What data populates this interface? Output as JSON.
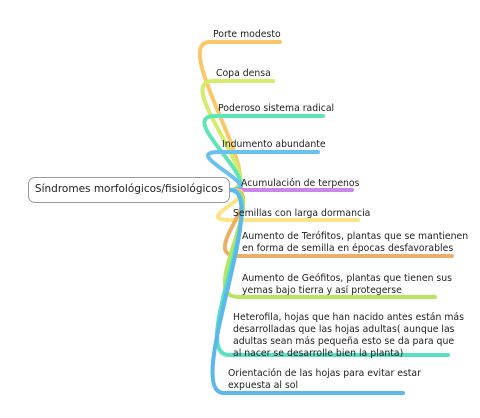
{
  "root": {
    "label": "Síndromes morfológicos/fisiológicos"
  },
  "branches": [
    {
      "lines": [
        "Porte modesto"
      ],
      "color": "#f9c86a"
    },
    {
      "lines": [
        "Copa densa"
      ],
      "color": "#d5eb6a"
    },
    {
      "lines": [
        "Poderoso sistema radical"
      ],
      "color": "#5fe4b6"
    },
    {
      "lines": [
        "Indumento abundante"
      ],
      "color": "#69c1ef"
    },
    {
      "lines": [
        "Acumulación de terpenos"
      ],
      "color": "#cb86ec"
    },
    {
      "lines": [
        "Semillas con larga dormancia"
      ],
      "color": "#fbe487"
    },
    {
      "lines": [
        "Aumento de Terófitos, plantas que se mantienen",
        "en forma de semilla en épocas desfavorables"
      ],
      "color": "#ebb065"
    },
    {
      "lines": [
        "Aumento de Geófitos, plantas que tienen sus",
        "yemas bajo tierra y así protegerse"
      ],
      "color": "#b7e561"
    },
    {
      "lines": [
        "Heterofila, hojas que han nacido antes están más",
        "desarrolladas que las hojas adultas( aunque las",
        "adultas sean más pequeña esto se da para que",
        "al nacer se desarrolle bien la planta)"
      ],
      "color": "#59dfc4"
    },
    {
      "lines": [
        "Orientación de las hojas para evitar estar",
        "expuesta al sol"
      ],
      "color": "#5cb8ea"
    }
  ]
}
